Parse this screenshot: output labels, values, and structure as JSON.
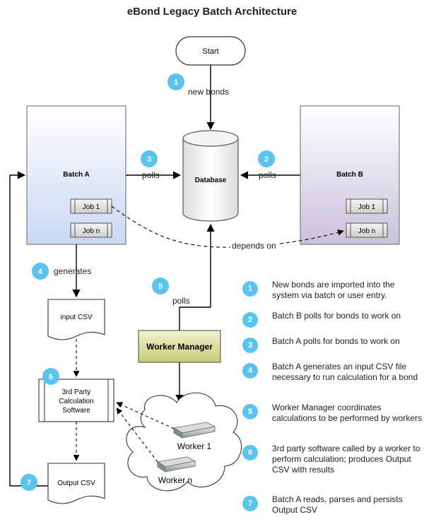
{
  "title": "eBond Legacy Batch Architecture",
  "nodes": {
    "start": "Start",
    "database": "Database",
    "batch_a": "Batch A",
    "batch_b": "Batch B",
    "job_1": "Job 1",
    "job_n": "Job n",
    "worker_manager": "Worker Manager",
    "input_csv": "input CSV",
    "third_party": [
      "3rd Party",
      "Calculation",
      "Software"
    ],
    "output_csv": "Output CSV",
    "worker_1": "Worker 1",
    "worker_n": "Worker n"
  },
  "edges": {
    "new_bonds": "new bonds",
    "polls": "polls",
    "depends_on": "depends on",
    "generates": "generates"
  },
  "badges": [
    "1",
    "2",
    "3",
    "4",
    "5",
    "6",
    "7"
  ],
  "legend": [
    {
      "num": "1",
      "text": "New bonds are imported into the system via batch or user entry."
    },
    {
      "num": "2",
      "text": "Batch B polls for bonds to work on"
    },
    {
      "num": "3",
      "text": "Batch A polls for bonds to work on"
    },
    {
      "num": "4",
      "text": "Batch A generates an input CSV file necessary to run calculation for a bond"
    },
    {
      "num": "5",
      "text": "Worker Manager coordinates calculations to be performed by workers"
    },
    {
      "num": "6",
      "text": "3rd party software called by a worker to perform calculation; produces Output CSV with results"
    },
    {
      "num": "7",
      "text": "Batch A reads, parses and persists Output CSV"
    }
  ],
  "colors": {
    "badge": "#5cc3ef",
    "batch_a_bottom": "#c9d8f2",
    "batch_b_bottom": "#c8c2dc",
    "worker_manager_top": "#e9efc4",
    "worker_manager_bottom": "#c6d07e"
  }
}
